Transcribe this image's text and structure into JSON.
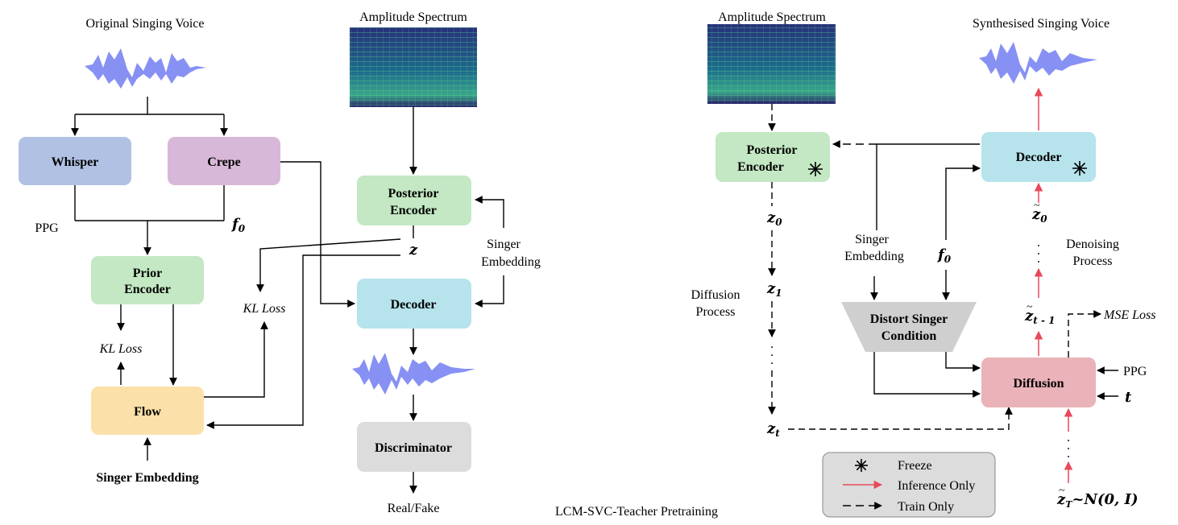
{
  "colors": {
    "whisper": "#b0c1e3",
    "crepe": "#d8b8d8",
    "prior_encoder": "#c3e8c3",
    "posterior_encoder": "#c3e8c3",
    "decoder": "#b6e3ec",
    "flow": "#fbe1a9",
    "discriminator": "#dcdcdc",
    "diffusion": "#eab2b9",
    "distort": "#cfcfcf",
    "legend_bg": "#dcdcdc",
    "inference_arrow": "#e8495a",
    "spectrum_bg": "#1f2f6c",
    "waveform": "#5f6cf0"
  },
  "left": {
    "original_label": "Original Singing Voice",
    "amp_spectrum_label": "Amplitude Spectrum",
    "whisper": "Whisper",
    "crepe": "Crepe",
    "ppg": "PPG",
    "f0": "f",
    "f0_sub": "0",
    "prior_encoder_1": "Prior",
    "prior_encoder_2": "Encoder",
    "posterior_encoder_1": "Posterior",
    "posterior_encoder_2": "Encoder",
    "z": "z",
    "singer_embedding_1": "Singer",
    "singer_embedding_2": "Embedding",
    "decoder": "Decoder",
    "kl_loss_left": "KL Loss",
    "kl_loss_right": "KL Loss",
    "flow": "Flow",
    "singer_embedding_bottom": "Singer Embedding",
    "discriminator": "Discriminator",
    "real_fake": "Real/Fake"
  },
  "title": "LCM-SVC-Teacher Pretraining",
  "right": {
    "amp_spectrum_label": "Amplitude Spectrum",
    "synth_label": "Synthesised Singing Voice",
    "posterior_encoder_1": "Posterior",
    "posterior_encoder_2": "Encoder",
    "decoder": "Decoder",
    "z0": "z",
    "z0_sub": "0",
    "z1": "z",
    "z1_sub": "1",
    "zt": "z",
    "zt_sub": "t",
    "diffusion_process_1": "Diffusion",
    "diffusion_process_2": "Process",
    "singer_embedding_1": "Singer",
    "singer_embedding_2": "Embedding",
    "f0": "f",
    "f0_sub": "0",
    "distort_1": "Distort Singer",
    "distort_2": "Condition",
    "z_tilde_0": "z",
    "z_tilde_0_sub": "0",
    "denoising_1": "Denoising",
    "denoising_2": "Process",
    "z_tilde_t1": "z",
    "z_tilde_t1_sub": "t - 1",
    "mse_loss": "MSE Loss",
    "diffusion": "Diffusion",
    "ppg": "PPG",
    "t": "t",
    "z_tilde_T": "z",
    "z_tilde_T_sub": "T",
    "z_tilde_T_rest": "~N(0, I)",
    "ellipsis": "."
  },
  "legend": {
    "freeze": "Freeze",
    "inference_only": "Inference Only",
    "train_only": "Train Only"
  }
}
